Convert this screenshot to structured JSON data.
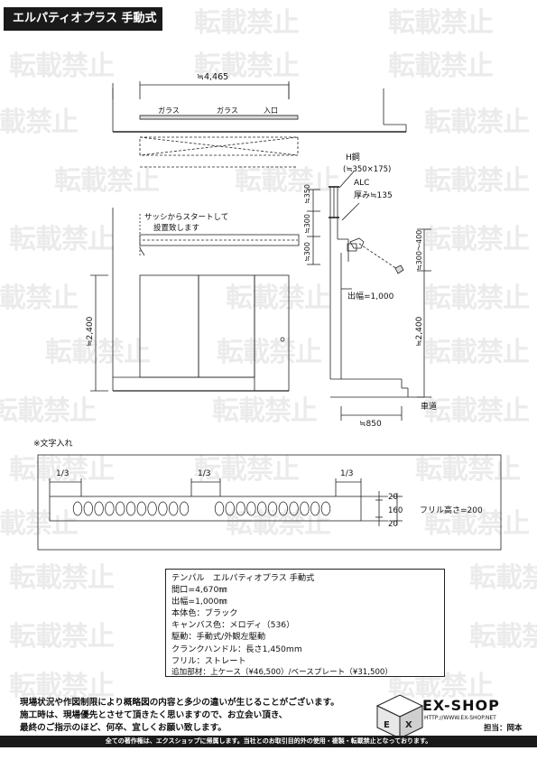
{
  "title": "エルパティオプラス 手動式",
  "watermark": "転載禁止",
  "plan": {
    "width": "≒4,465",
    "labels": [
      "ガラス",
      "ガラス",
      "入口"
    ]
  },
  "front": {
    "note_line1": "サッシからスタートして",
    "note_line2": "設置致します",
    "dim_350": "≒350",
    "dim_300a": "≒300",
    "dim_300b": "≒300",
    "height": "≒2,400"
  },
  "side": {
    "h_steel": "H鋼",
    "h_steel_size": "(≒350×175)",
    "alc": "ALC",
    "thickness": "厚み≒135",
    "range": "≒300〜400",
    "projection": "出幅=1,000",
    "height": "≒2,400",
    "road": "車道",
    "bottom": "≒850"
  },
  "lettering": {
    "heading": "※文字入れ",
    "thirds": [
      "1/3",
      "1/3",
      "1/3"
    ],
    "dim20a": "20",
    "dim160": "160",
    "dim20b": "20",
    "frill_height": "フリル高さ=200"
  },
  "spec": {
    "l1": "テンパル　エルパティオプラス 手動式",
    "l2": "間口=4,670㎜",
    "l3": "出幅=1,000㎜",
    "l4": "本体色：ブラック",
    "l5": "キャンバス色：メロディ（536）",
    "l6": "駆動：手動式/外観左駆動",
    "l7": "クランクハンドル：長さ1,450mm",
    "l8": "フリル：ストレート",
    "l9": "追加部材：上ケース（¥46,500）/ベースプレート（¥31,500）"
  },
  "notes": {
    "n1": "現場状況や作図制限により概略図の内容と多少の違いが生じることがございます。",
    "n2": "施工時は、現場優先とさせて頂きたく思いますので、お立会い頂き、",
    "n3": "最終のご指示のほど、何卒、宜しくお願い致します。"
  },
  "brand": {
    "name": "EX-SHOP",
    "url": "HTTP://WWW.EX-SHOP.NET",
    "person": "担当：岡本"
  },
  "footer": "全ての著作権は、エクスショップに帰属します。当社とのお取引目的外の使用・複製・転載禁止となっております。"
}
